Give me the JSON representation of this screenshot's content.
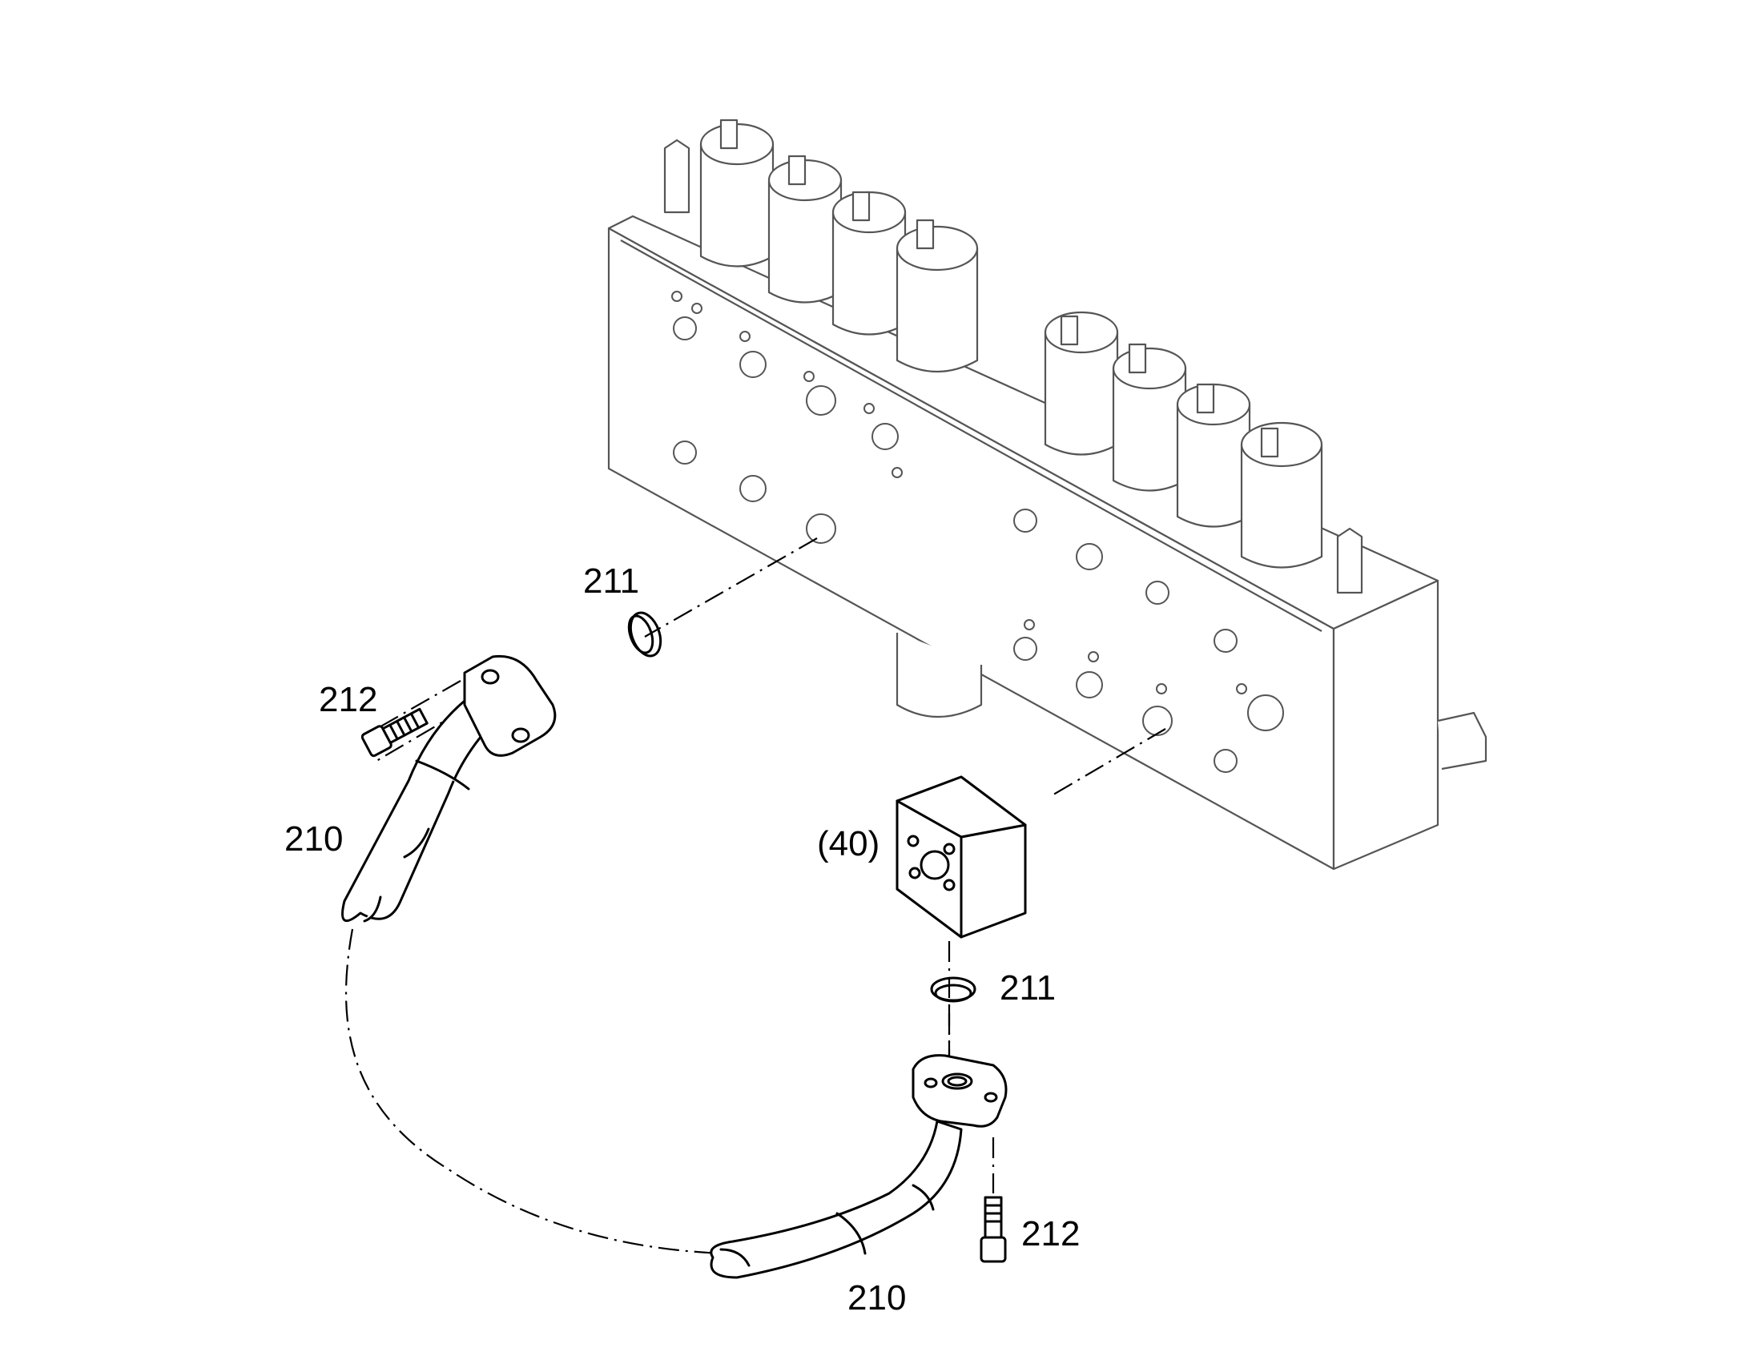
{
  "labels": {
    "ring_upper": "211",
    "screw_upper": "212",
    "pipe_upper": "210",
    "block": "(40)",
    "ring_lower": "211",
    "screw_lower": "212",
    "pipe_lower": "210"
  },
  "colors": {
    "line": "#000000",
    "drawing_line": "#555555",
    "background": "#ffffff"
  }
}
